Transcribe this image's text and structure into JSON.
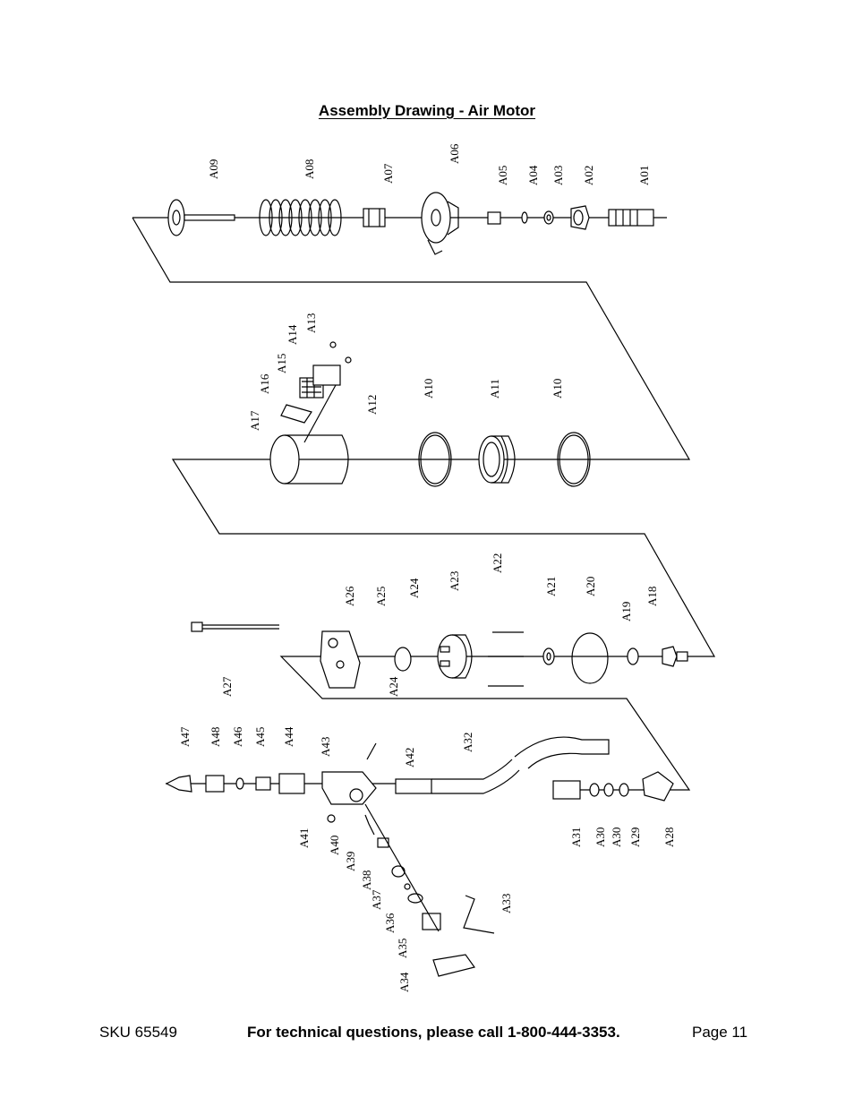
{
  "title": "Assembly Drawing - Air Motor",
  "footer": {
    "sku": "SKU 65549",
    "technical": "For technical questions, please call 1-800-444-3353.",
    "page": "Page 11"
  },
  "part_labels": {
    "row1": [
      "A09",
      "A08",
      "A07",
      "A06",
      "A05",
      "A04",
      "A03",
      "A02",
      "A01"
    ],
    "row2": [
      "A13",
      "A14",
      "A15",
      "A16",
      "A17",
      "A12",
      "A10",
      "A11",
      "A10"
    ],
    "row3": [
      "A27",
      "A26",
      "A25",
      "A24",
      "A24",
      "A23",
      "A22",
      "A21",
      "A20",
      "A19",
      "A18"
    ],
    "row4": [
      "A47",
      "A48",
      "A46",
      "A45",
      "A44",
      "A43",
      "A42",
      "A41",
      "A40",
      "A39",
      "A38",
      "A37",
      "A36",
      "A35",
      "A34",
      "A33",
      "A32",
      "A31",
      "A30",
      "A30",
      "A29",
      "A28"
    ]
  }
}
